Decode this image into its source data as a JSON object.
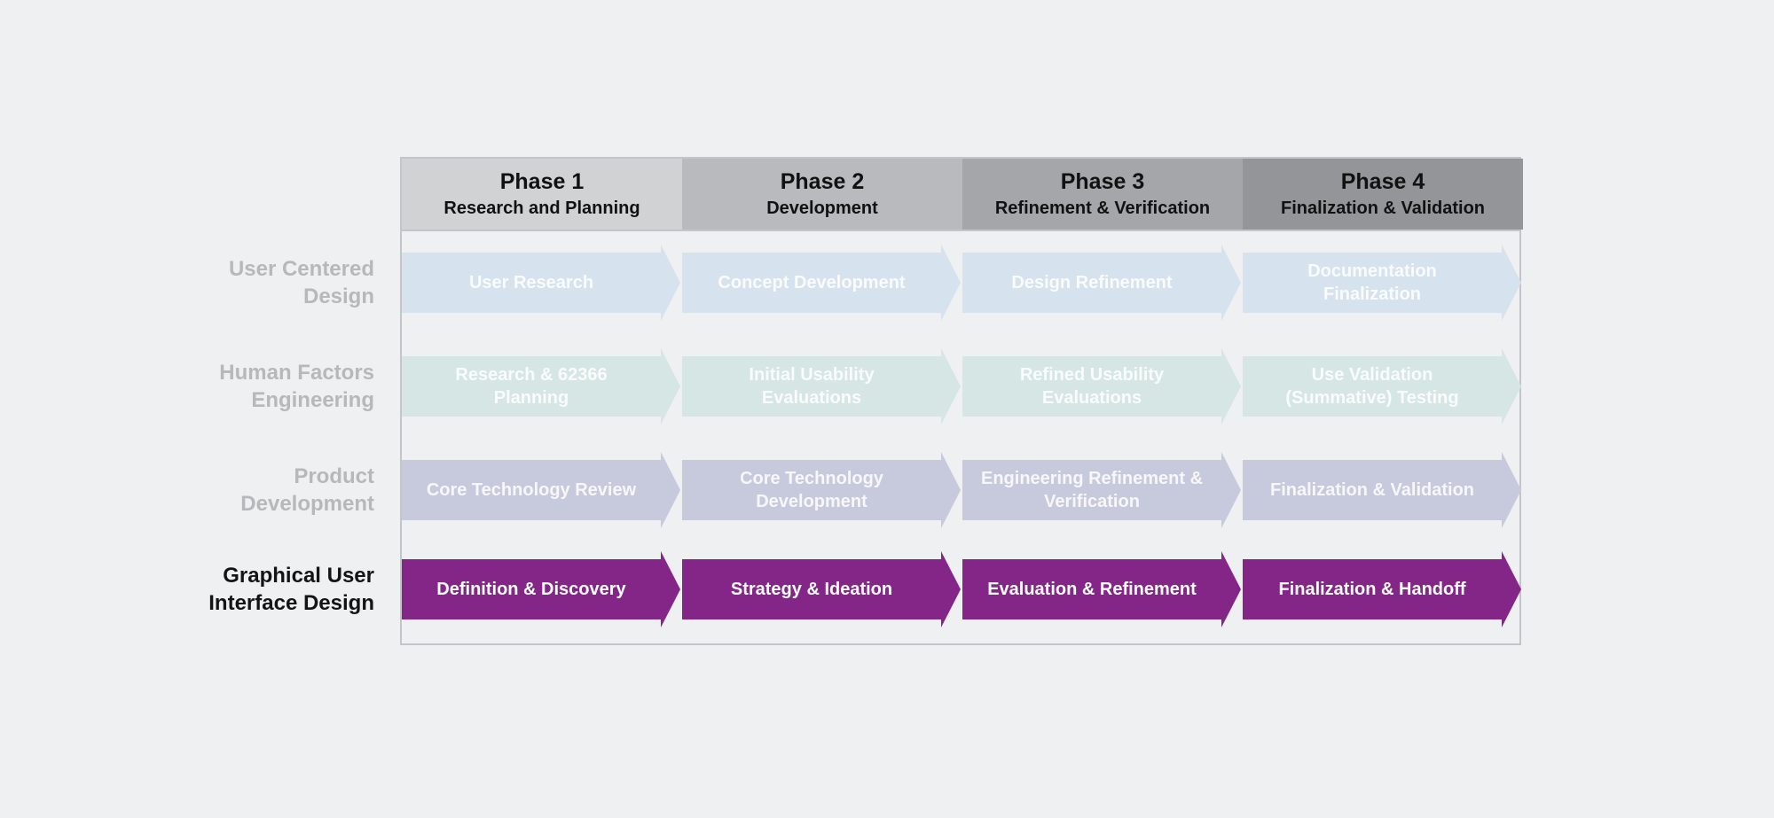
{
  "phases": [
    {
      "title": "Phase 1",
      "subtitle": "Research and Planning",
      "color": "#d1d2d4"
    },
    {
      "title": "Phase 2",
      "subtitle": "Development",
      "color": "#b9babd"
    },
    {
      "title": "Phase 3",
      "subtitle": "Refinement & Verification",
      "color": "#a5a6a9"
    },
    {
      "title": "Phase 4",
      "subtitle": "Finalization & Validation",
      "color": "#949598"
    }
  ],
  "rows": [
    {
      "label_lines": [
        "User Centered",
        "Design"
      ],
      "label_color": "#b7b8ba",
      "arrow_color": "#d6e2ee",
      "highlighted": false,
      "steps": [
        {
          "lines": [
            "User Research"
          ]
        },
        {
          "lines": [
            "Concept Development"
          ]
        },
        {
          "lines": [
            "Design Refinement"
          ]
        },
        {
          "lines": [
            "Documentation",
            "Finalization"
          ]
        }
      ]
    },
    {
      "label_lines": [
        "Human Factors",
        "Engineering"
      ],
      "label_color": "#b7b8ba",
      "arrow_color": "#d6e6e5",
      "highlighted": false,
      "steps": [
        {
          "lines": [
            "Research & 62366",
            "Planning"
          ]
        },
        {
          "lines": [
            "Initial Usability",
            "Evaluations"
          ]
        },
        {
          "lines": [
            "Refined Usability",
            "Evaluations"
          ]
        },
        {
          "lines": [
            "Use Validation",
            "(Summative) Testing"
          ]
        }
      ]
    },
    {
      "label_lines": [
        "Product",
        "Development"
      ],
      "label_color": "#b7b8ba",
      "arrow_color": "#c7c9dc",
      "highlighted": false,
      "steps": [
        {
          "lines": [
            "Core Technology Review"
          ]
        },
        {
          "lines": [
            "Core Technology",
            "Development"
          ]
        },
        {
          "lines": [
            "Engineering Refinement &",
            "Verification"
          ]
        },
        {
          "lines": [
            "Finalization & Validation"
          ]
        }
      ]
    },
    {
      "label_lines": [
        "Graphical User",
        "Interface Design"
      ],
      "label_color": "#141414",
      "arrow_color": "#842588",
      "highlighted": true,
      "steps": [
        {
          "lines": [
            "Definition & Discovery"
          ]
        },
        {
          "lines": [
            "Strategy & Ideation"
          ]
        },
        {
          "lines": [
            "Evaluation & Refinement"
          ]
        },
        {
          "lines": [
            "Finalization & Handoff"
          ]
        }
      ]
    }
  ]
}
